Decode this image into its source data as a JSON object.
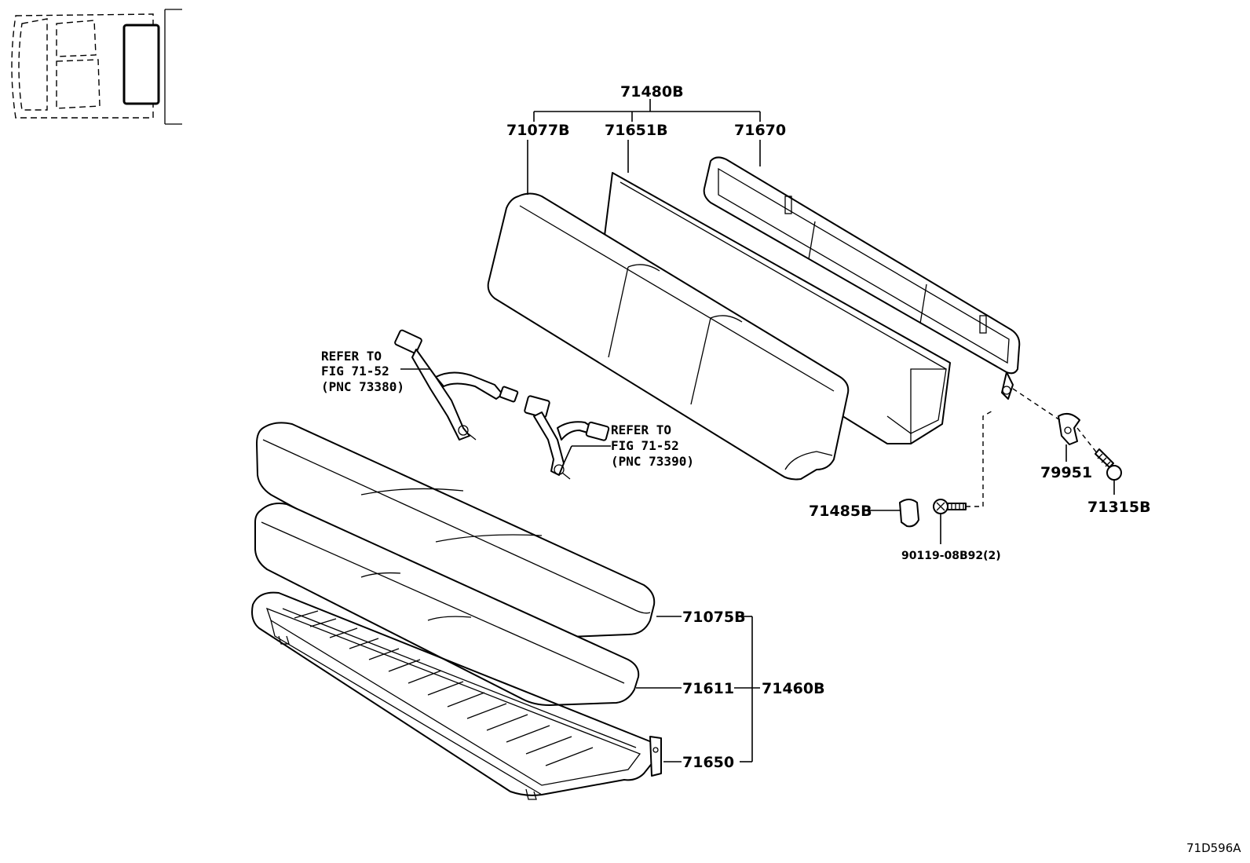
{
  "figure_id": "71D596A",
  "parts": {
    "seatback_assy": "71480B",
    "seatback_cover": "71077B",
    "seatback_pad": "71651B",
    "seatback_frame": "71670",
    "cushion_cover": "71075B",
    "cushion_pad": "71611",
    "cushion_frame": "71650",
    "cushion_assy": "71460B",
    "hinge_cover_left": "71485B",
    "bolt": "90119-08B92(2)",
    "hinge_cover_right": "79951",
    "hinge_bolt": "71315B"
  },
  "references": {
    "left_belt": {
      "line1": "REFER TO",
      "line2": "FIG 71-52",
      "line3": "(PNC 73380)"
    },
    "right_belt": {
      "line1": "REFER TO",
      "line2": "FIG 71-52",
      "line3": "(PNC 73390)"
    }
  }
}
